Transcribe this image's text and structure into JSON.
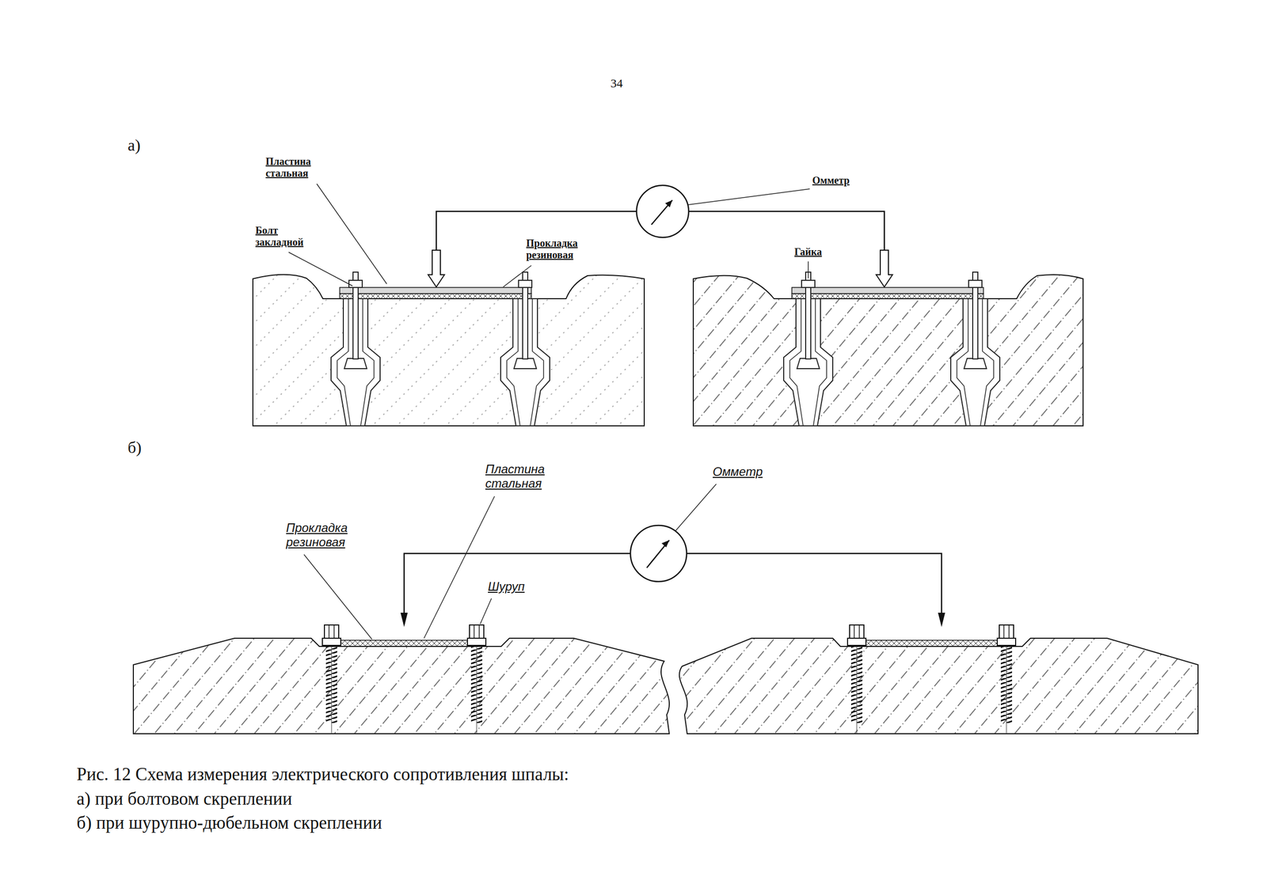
{
  "diagram": {
    "caption": "Рис. 12 Схема измерения электрического сопротивления шпалы:",
    "labels": [
      "34",
      "а)",
      "Пластина стальная",
      "Болт закладной",
      "Омметр",
      "Прокладка резиновая",
      "Гайка",
      "б)",
      "Пластина стальная",
      "Прокладка резиновая",
      "Омметр",
      "Шуруп",
      "а) при болтовом скреплении",
      "б) при шурупно-дюбельном скреплении"
    ]
  }
}
